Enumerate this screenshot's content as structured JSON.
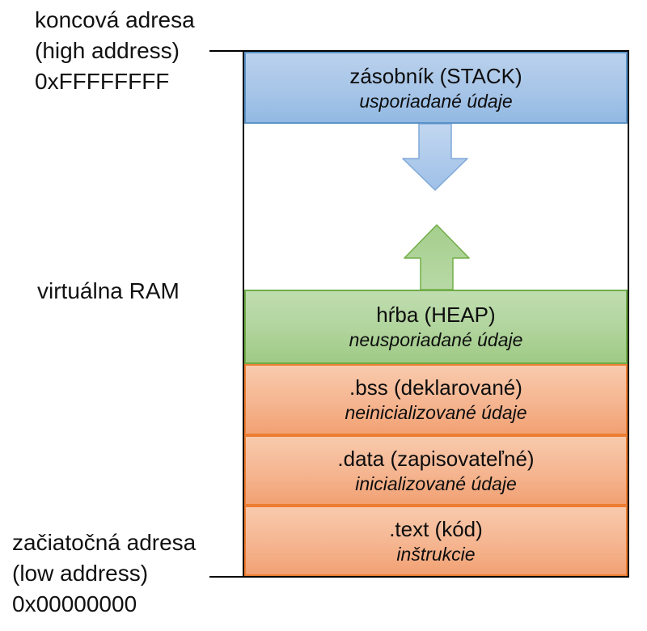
{
  "diagram": {
    "left_labels": {
      "high_address": [
        "koncová adresa",
        "(high address)",
        "0xFFFFFFFF"
      ],
      "virtual_ram": "virtuálna RAM",
      "low_address": [
        "začiatočná adresa",
        "(low address)",
        "0x00000000"
      ]
    },
    "segments": [
      {
        "name": "stack",
        "title": "zásobník (STACK)",
        "subtitle": "usporiadané údaje",
        "fill_top": "#b9d1ec",
        "fill_bottom": "#92b9e3",
        "border": "#5b93c8"
      },
      {
        "name": "heap",
        "title": "hŕba (HEAP)",
        "subtitle": "neusporiadané údaje",
        "fill_top": "#c0ddb0",
        "fill_bottom": "#9fca85",
        "border": "#70ad47"
      },
      {
        "name": "bss",
        "title": ".bss (deklarované)",
        "subtitle": "neinicializované údaje",
        "fill_top": "#f8caad",
        "fill_bottom": "#f2a173",
        "border": "#ed7d31"
      },
      {
        "name": "data",
        "title": ".data (zapisovateľné)",
        "subtitle": "inicializované údaje",
        "fill_top": "#f8caad",
        "fill_bottom": "#f2a173",
        "border": "#ed7d31"
      },
      {
        "name": "text",
        "title": ".text (kód)",
        "subtitle": "inštrukcie",
        "fill_top": "#f8caad",
        "fill_bottom": "#f2a173",
        "border": "#ed7d31"
      }
    ],
    "arrows": [
      {
        "name": "stack-growth",
        "direction": "down",
        "fill": "#aecbea",
        "border": "#7fa9d9"
      },
      {
        "name": "heap-growth",
        "direction": "up",
        "fill": "#aed29a",
        "border": "#70ad47"
      }
    ],
    "container_border_color": "#000000",
    "background_color": "#ffffff"
  }
}
